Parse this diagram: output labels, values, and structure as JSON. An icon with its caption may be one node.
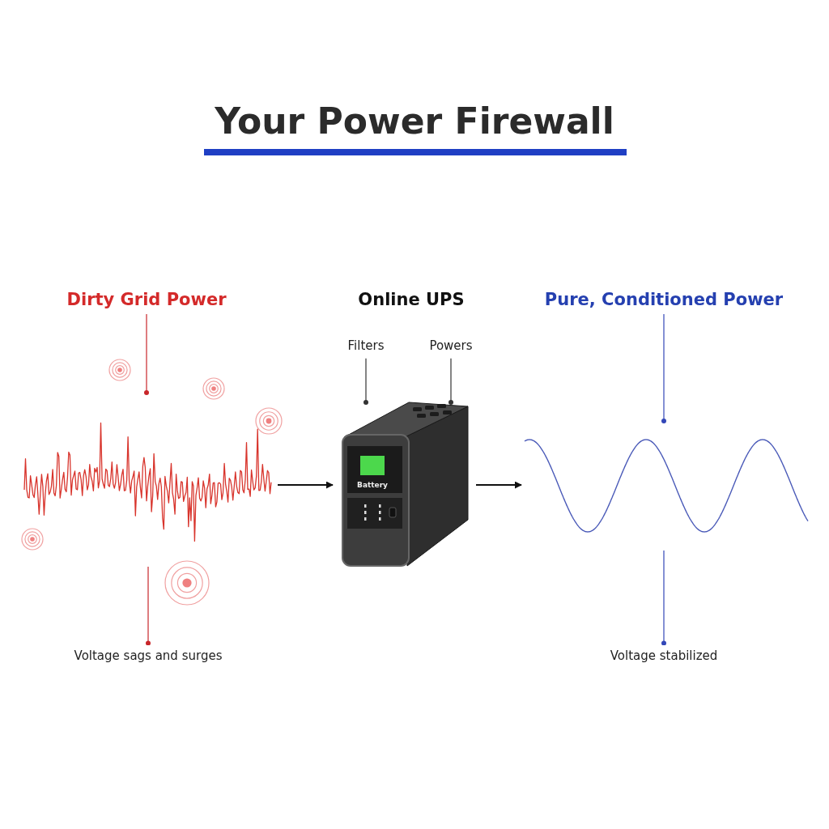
{
  "diagram": {
    "title": "Your Power Firewall",
    "nodes": [
      {
        "text": [
          "Dirty Grid Power"
        ]
      },
      {
        "text": [
          "Pure, Conditioned Power"
        ]
      },
      {
        "text": [
          "Filters"
        ]
      },
      {
        "text": [
          "Powers"
        ]
      },
      {
        "text": [],
        "shape": "picture"
      },
      {
        "text": [
          "Battery"
        ]
      },
      {
        "text": [],
        "shape": "picture"
      },
      {
        "text": [
          "Voltage sags and surges"
        ]
      },
      {
        "text": [
          "Voltage stabilized"
        ]
      }
    ],
    "edges": [
      {
        "from": 0,
        "to": 4,
        "arrow": "other",
        "color": "#c8262a"
      },
      {
        "from": 2,
        "to": 5,
        "arrow": "other",
        "color": "#333333"
      },
      {
        "from": 3,
        "to": 5,
        "arrow": "other",
        "color": "#333333"
      },
      {
        "from": 1,
        "to": 6,
        "arrow": "other",
        "color": "#3347b8"
      },
      {
        "from": 4,
        "to": 5,
        "arrow": "to",
        "color": "#111111"
      },
      {
        "from": 5,
        "to": 6,
        "arrow": "to",
        "color": "#111111"
      },
      {
        "from": 4,
        "to": 7,
        "arrow": "other",
        "color": "#c8262a"
      },
      {
        "from": 6,
        "to": 8,
        "arrow": "other",
        "color": "#3347b8"
      }
    ],
    "labels": [
      "Online UPS"
    ]
  }
}
